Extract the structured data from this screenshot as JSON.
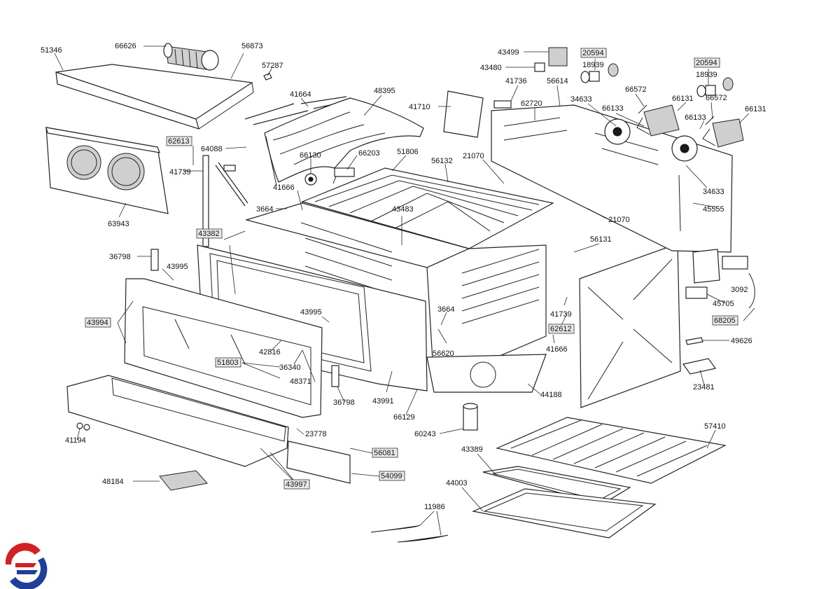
{
  "diagram": {
    "part_numbers": {
      "p51346": "51346",
      "p66626": "66626",
      "p56873": "56873",
      "p57287": "57287",
      "p41664": "41664",
      "p48395": "48395",
      "p62613": "62613",
      "p64088": "64088",
      "p41739a": "41739",
      "p63943": "63943",
      "p66130": "66130",
      "p66203": "66203",
      "p51806": "51806",
      "p41666a": "41666",
      "p3664a": "3664",
      "p43483": "43483",
      "p56132": "56132",
      "p21070a": "21070",
      "p41710": "41710",
      "p43499": "43499",
      "p43480": "43480",
      "p41736": "41736",
      "p56614": "56614",
      "p62720": "62720",
      "p20594a": "20594",
      "p18939a": "18939",
      "p34633a": "34633",
      "p66133a": "66133",
      "p66572a": "66572",
      "p66131a": "66131",
      "p20594b": "20594",
      "p18939b": "18939",
      "p66572b": "66572",
      "p66133b": "66133",
      "p66131b": "66131",
      "p34633b": "34633",
      "p45555": "45555",
      "p21070b": "21070",
      "p56131": "56131",
      "p43382": "43382",
      "p36798a": "36798",
      "p43995a": "43995",
      "p43994": "43994",
      "p43995b": "43995",
      "p3664b": "3664",
      "p41739b": "41739",
      "p62612": "62612",
      "p41666b": "41666",
      "p56620": "56620",
      "p42816": "42816",
      "p51803": "51803",
      "p36340": "36340",
      "p48371": "48371",
      "p36798b": "36798",
      "p43991": "43991",
      "p66129": "66129",
      "p44188": "44188",
      "p45705": "45705",
      "p3092": "3092",
      "p68205": "68205",
      "p49626": "49626",
      "p23481": "23481",
      "p41194": "41194",
      "p23778": "23778",
      "p56081": "56081",
      "p54099": "54099",
      "p43997": "43997",
      "p48184": "48184",
      "p60243": "60243",
      "p43389": "43389",
      "p44003": "44003",
      "p57410": "57410",
      "p11986": "11986"
    },
    "logo_colors": {
      "red": "#d32027",
      "blue": "#1f3f9a"
    }
  }
}
